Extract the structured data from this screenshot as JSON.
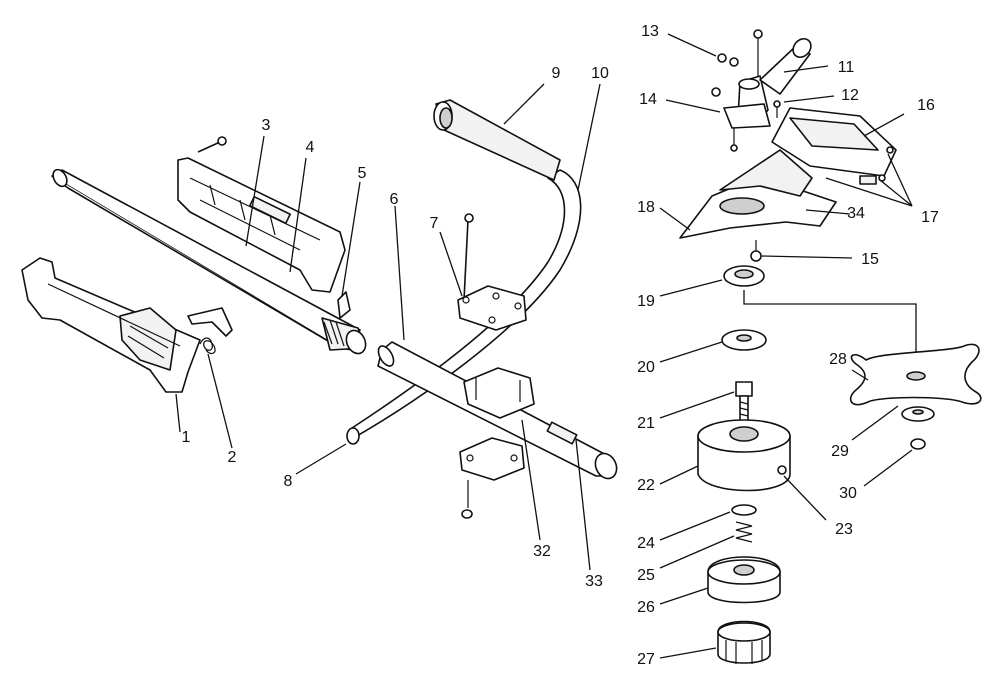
{
  "diagram": {
    "callouts": [
      {
        "id": "1",
        "label": "1"
      },
      {
        "id": "2",
        "label": "2"
      },
      {
        "id": "3",
        "label": "3"
      },
      {
        "id": "4",
        "label": "4"
      },
      {
        "id": "5",
        "label": "5"
      },
      {
        "id": "6",
        "label": "6"
      },
      {
        "id": "7",
        "label": "7"
      },
      {
        "id": "8",
        "label": "8"
      },
      {
        "id": "9",
        "label": "9"
      },
      {
        "id": "10",
        "label": "10"
      },
      {
        "id": "11",
        "label": "11"
      },
      {
        "id": "12",
        "label": "12"
      },
      {
        "id": "13",
        "label": "13"
      },
      {
        "id": "14",
        "label": "14"
      },
      {
        "id": "15",
        "label": "15"
      },
      {
        "id": "16",
        "label": "16"
      },
      {
        "id": "17",
        "label": "17"
      },
      {
        "id": "18",
        "label": "18"
      },
      {
        "id": "19",
        "label": "19"
      },
      {
        "id": "20",
        "label": "20"
      },
      {
        "id": "21",
        "label": "21"
      },
      {
        "id": "22",
        "label": "22"
      },
      {
        "id": "23",
        "label": "23"
      },
      {
        "id": "24",
        "label": "24"
      },
      {
        "id": "25",
        "label": "25"
      },
      {
        "id": "26",
        "label": "26"
      },
      {
        "id": "27",
        "label": "27"
      },
      {
        "id": "28",
        "label": "28"
      },
      {
        "id": "29",
        "label": "29"
      },
      {
        "id": "30",
        "label": "30"
      },
      {
        "id": "32",
        "label": "32"
      },
      {
        "id": "33",
        "label": "33"
      },
      {
        "id": "34",
        "label": "34"
      }
    ]
  }
}
